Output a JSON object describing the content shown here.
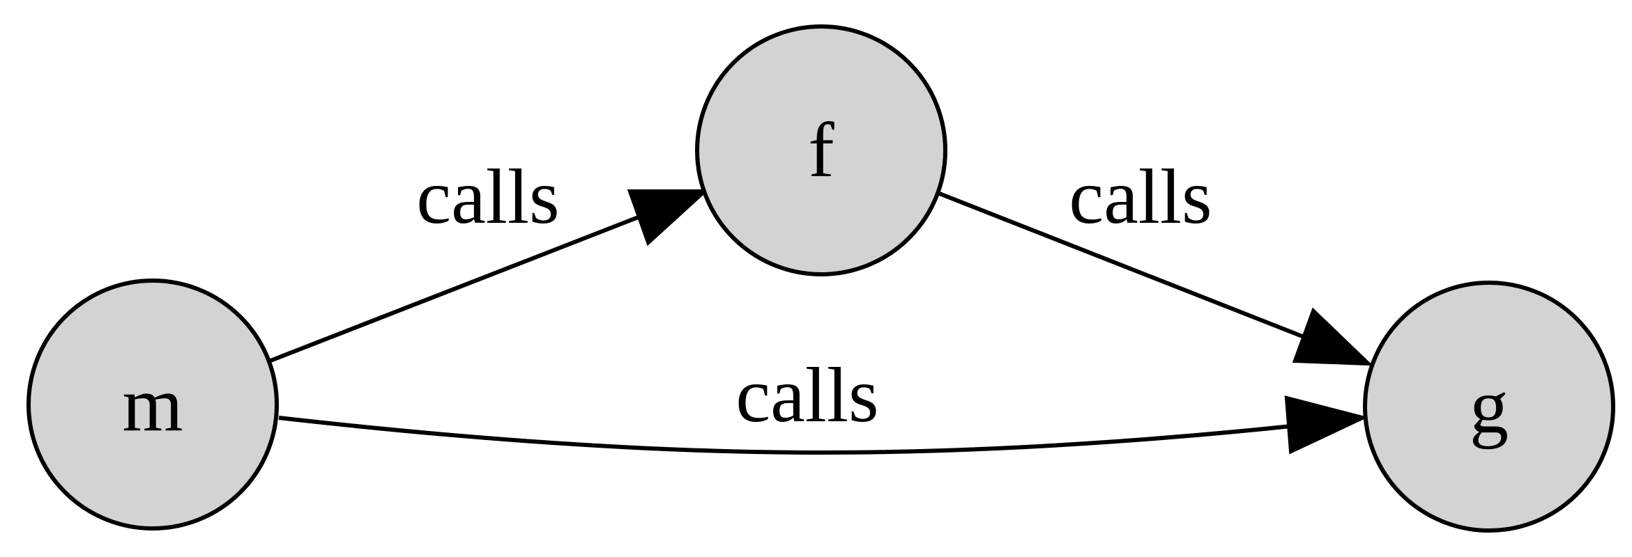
{
  "graph": {
    "nodes": [
      {
        "id": "m",
        "label": "m"
      },
      {
        "id": "f",
        "label": "f"
      },
      {
        "id": "g",
        "label": "g"
      }
    ],
    "edges": [
      {
        "from": "m",
        "to": "f",
        "label": "calls"
      },
      {
        "from": "f",
        "to": "g",
        "label": "calls"
      },
      {
        "from": "m",
        "to": "g",
        "label": "calls"
      }
    ]
  },
  "colors": {
    "node_fill": "#d3d3d3",
    "stroke": "#000000",
    "background": "#ffffff"
  }
}
